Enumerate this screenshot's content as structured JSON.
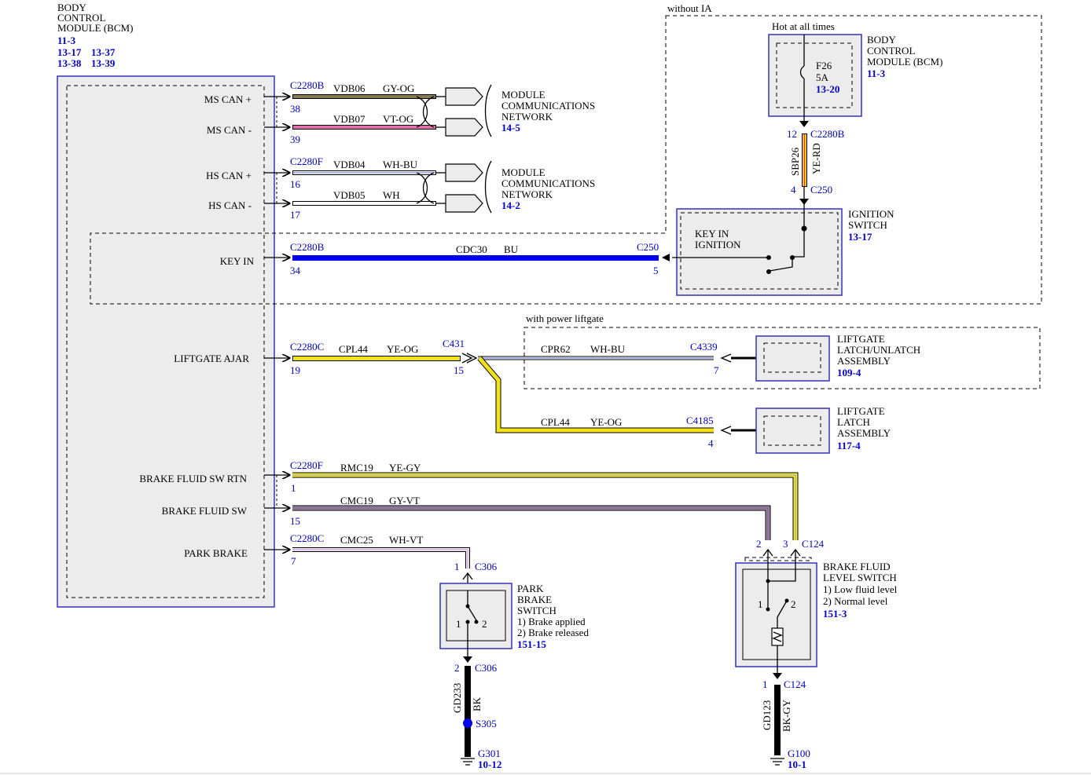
{
  "bcm": {
    "title_lines": [
      "BODY",
      "CONTROL",
      "MODULE (BCM)"
    ],
    "refs": [
      "11-3",
      "13-17",
      "13-37",
      "13-38",
      "13-39"
    ],
    "pins": {
      "ms_can_plus": "MS CAN +",
      "ms_can_minus": "MS CAN -",
      "hs_can_plus": "HS CAN +",
      "hs_can_minus": "HS CAN -",
      "key_in": "KEY IN",
      "liftgate_ajar": "LIFTGATE AJAR",
      "brake_fluid_sw_rtn": "BRAKE FLUID SW RTN",
      "brake_fluid_sw": "BRAKE FLUID SW",
      "park_brake": "PARK BRAKE"
    }
  },
  "wires": {
    "ms_can_plus": {
      "connector": "C2280B",
      "pin": "38",
      "circuit": "VDB06",
      "color": "GY-OG",
      "stroke": "#8a7a50"
    },
    "ms_can_minus": {
      "connector": "",
      "pin": "39",
      "circuit": "VDB07",
      "color": "VT-OG",
      "stroke": "#e070a8"
    },
    "hs_can_plus": {
      "connector": "C2280F",
      "pin": "16",
      "circuit": "VDB04",
      "color": "WH-BU",
      "stroke": "#ffffff"
    },
    "hs_can_minus": {
      "connector": "",
      "pin": "17",
      "circuit": "VDB05",
      "color": "WH",
      "stroke": "#ffffff"
    },
    "key_in": {
      "connector": "C2280B",
      "pin": "34",
      "circuit": "CDC30",
      "color": "BU",
      "far_connector": "C250",
      "far_pin": "5",
      "stroke": "#0000ee"
    },
    "liftgate_ajar": {
      "connector": "C2280C",
      "pin": "19",
      "circuit": "CPL44",
      "color": "YE-OG",
      "mid_connector": "C431",
      "mid_pin": "15",
      "stroke": "#f2e21a"
    },
    "cpr62": {
      "circuit": "CPR62",
      "color": "WH-BU",
      "connector": "C4339",
      "pin": "7"
    },
    "cpl44_b": {
      "circuit": "CPL44",
      "color": "YE-OG",
      "connector": "C4185",
      "pin": "4"
    },
    "brake_rtn": {
      "connector": "C2280F",
      "pin": "1",
      "circuit": "RMC19",
      "color": "YE-GY"
    },
    "brake_sw": {
      "connector": "",
      "pin": "15",
      "circuit": "CMC19",
      "color": "GY-VT"
    },
    "park_brake": {
      "connector": "C2280C",
      "pin": "7",
      "circuit": "CMC25",
      "color": "WH-VT"
    },
    "sbp26": {
      "top_connector": "C2280B",
      "top_pin": "12",
      "circuit": "SBP26",
      "color": "YE-RD",
      "bottom_connector": "C250",
      "bottom_pin": "4"
    },
    "gd233": {
      "circuit": "GD233",
      "color": "BK"
    },
    "gd123": {
      "circuit": "GD123",
      "color": "BK-GY"
    }
  },
  "networks": [
    {
      "lines": [
        "MODULE",
        "COMMUNICATIONS",
        "NETWORK"
      ],
      "ref": "14-5"
    },
    {
      "lines": [
        "MODULE",
        "COMMUNICATIONS",
        "NETWORK"
      ],
      "ref": "14-2"
    }
  ],
  "without_ia": {
    "label": "without IA",
    "hot_label": "Hot at all times",
    "fuse_name": "F26",
    "fuse_rating": "5A",
    "fuse_ref": "13-20",
    "bcm_lines": [
      "BODY",
      "CONTROL",
      "MODULE (BCM)"
    ],
    "bcm_ref": "11-3"
  },
  "ignition_switch": {
    "lines": [
      "IGNITION",
      "SWITCH"
    ],
    "ref": "13-17",
    "inner_lines": [
      "KEY IN",
      "IGNITION"
    ]
  },
  "power_liftgate": {
    "label": "with power liftgate",
    "lines": [
      "LIFTGATE",
      "LATCH/UNLATCH",
      "ASSEMBLY"
    ],
    "ref": "109-4"
  },
  "liftgate_latch": {
    "lines": [
      "LIFTGATE",
      "LATCH",
      "ASSEMBLY"
    ],
    "ref": "117-4"
  },
  "park_brake_switch": {
    "lines": [
      "PARK",
      "BRAKE",
      "SWITCH"
    ],
    "states": [
      "1) Brake applied",
      "2) Brake released"
    ],
    "ref": "151-15",
    "top_connector": "C306",
    "top_pin": "1",
    "bottom_connector": "C306",
    "bottom_pin": "2",
    "contact_1": "1",
    "contact_2": "2",
    "splice": "S305",
    "ground": "G301",
    "ground_ref": "10-12"
  },
  "brake_fluid_switch": {
    "lines": [
      "BRAKE FLUID",
      "LEVEL SWITCH"
    ],
    "states": [
      "1) Low fluid level",
      "2) Normal level"
    ],
    "ref": "151-3",
    "top_connector": "C124",
    "pin_a": "2",
    "pin_b": "3",
    "bottom_connector": "C124",
    "bottom_pin": "1",
    "contact_1": "1",
    "contact_2": "2",
    "ground": "G100",
    "ground_ref": "10-1"
  }
}
